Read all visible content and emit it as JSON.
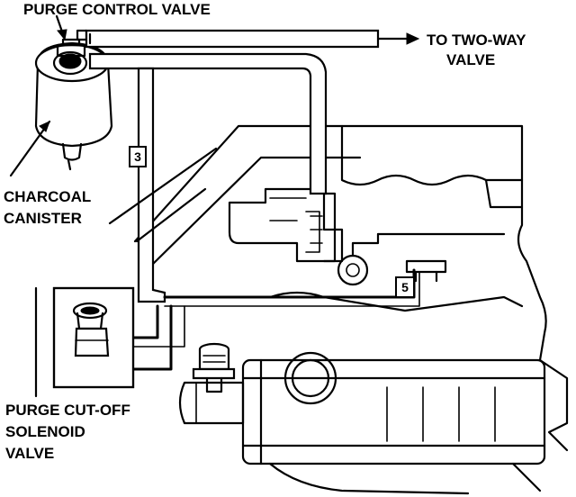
{
  "labels": {
    "purge_control_valve": "PURGE CONTROL VALVE",
    "to_two_way_line1": "TO TWO-WAY",
    "to_two_way_line2": "VALVE",
    "charcoal_line1": "CHARCOAL",
    "charcoal_line2": "CANISTER",
    "purge_cutoff_line1": "PURGE CUT-OFF",
    "purge_cutoff_line2": "SOLENOID",
    "purge_cutoff_line3": "VALVE"
  },
  "callouts": {
    "hose_3": "3",
    "hose_5": "5"
  }
}
